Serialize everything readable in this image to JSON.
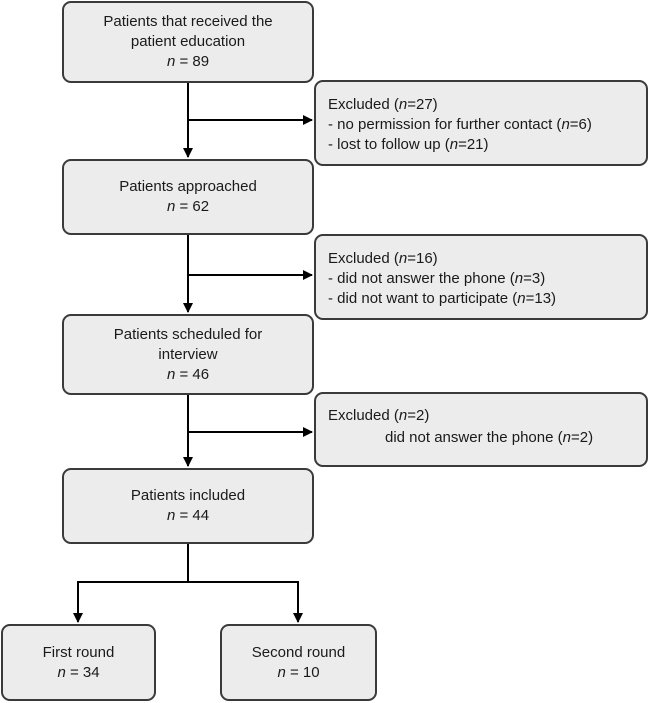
{
  "flow": {
    "education": {
      "line1": "Patients that received the",
      "line2": "patient education",
      "n_sym": "n",
      "n_val": " = 89"
    },
    "excluded1": {
      "title_a": "Excluded (",
      "title_n": "n",
      "title_b": "=27)",
      "reasons": [
        {
          "text": "- no permission for further contact (",
          "n": "n",
          "val": "=6)"
        },
        {
          "text": "- lost to follow up (",
          "n": "n",
          "val": "=21)"
        }
      ]
    },
    "approached": {
      "line1": "Patients approached",
      "n_sym": "n",
      "n_val": " = 62"
    },
    "excluded2": {
      "title_a": "Excluded (",
      "title_n": "n",
      "title_b": "=16)",
      "reasons": [
        {
          "text": "- did not answer the phone (",
          "n": "n",
          "val": "=3)"
        },
        {
          "text": "- did not want to participate (",
          "n": "n",
          "val": "=13)"
        }
      ]
    },
    "scheduled": {
      "line1": "Patients scheduled for",
      "line2": "interview",
      "n_sym": "n",
      "n_val": " = 46"
    },
    "excluded3": {
      "title_a": "Excluded (",
      "title_n": "n",
      "title_b": "=2)",
      "reasons": [
        {
          "text": "did not answer the phone (",
          "n": "n",
          "val": "=2)"
        }
      ]
    },
    "included": {
      "line1": "Patients included",
      "n_sym": "n",
      "n_val": " = 44"
    },
    "first_round": {
      "line1": "First round",
      "n_sym": "n",
      "n_val": " = 34"
    },
    "second_round": {
      "line1": "Second round",
      "n_sym": "n",
      "n_val": " = 10"
    }
  }
}
